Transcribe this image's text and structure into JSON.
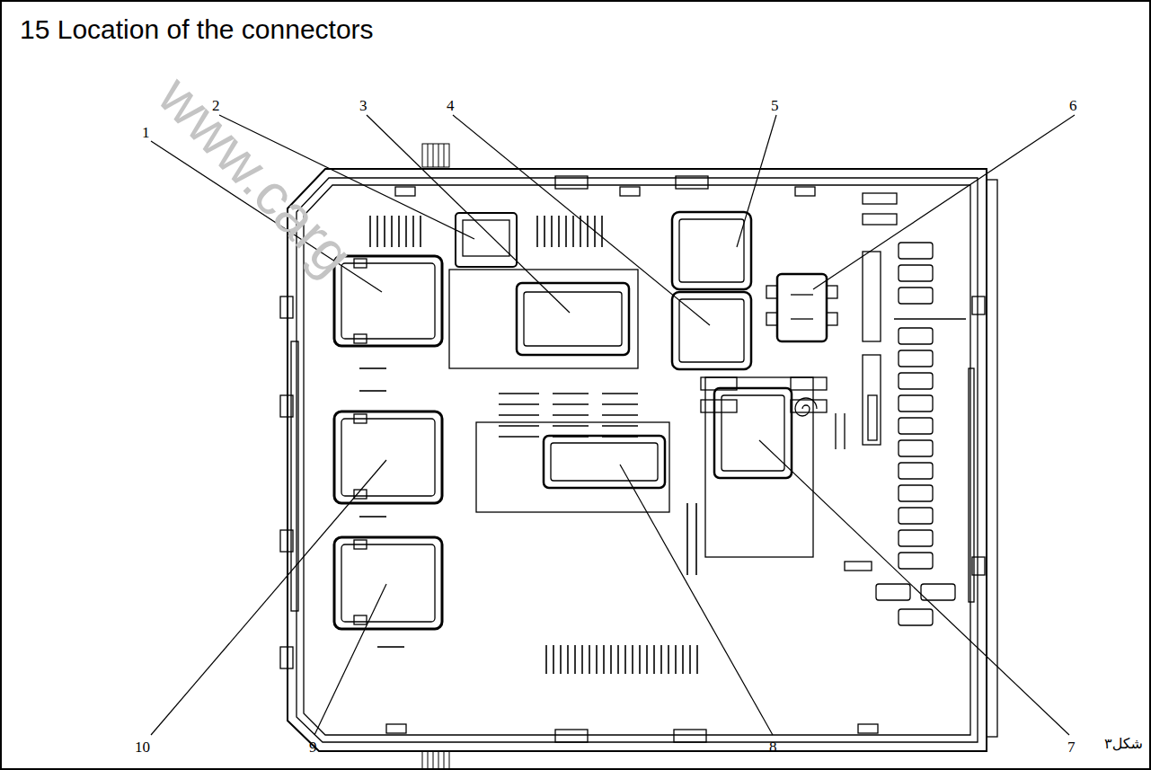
{
  "diagram": {
    "title": "15 Location of the connectors",
    "caption": "شکل۳",
    "labels": [
      "1",
      "2",
      "3",
      "4",
      "5",
      "6",
      "7",
      "8",
      "9",
      "10",
      "www.carg"
    ]
  }
}
